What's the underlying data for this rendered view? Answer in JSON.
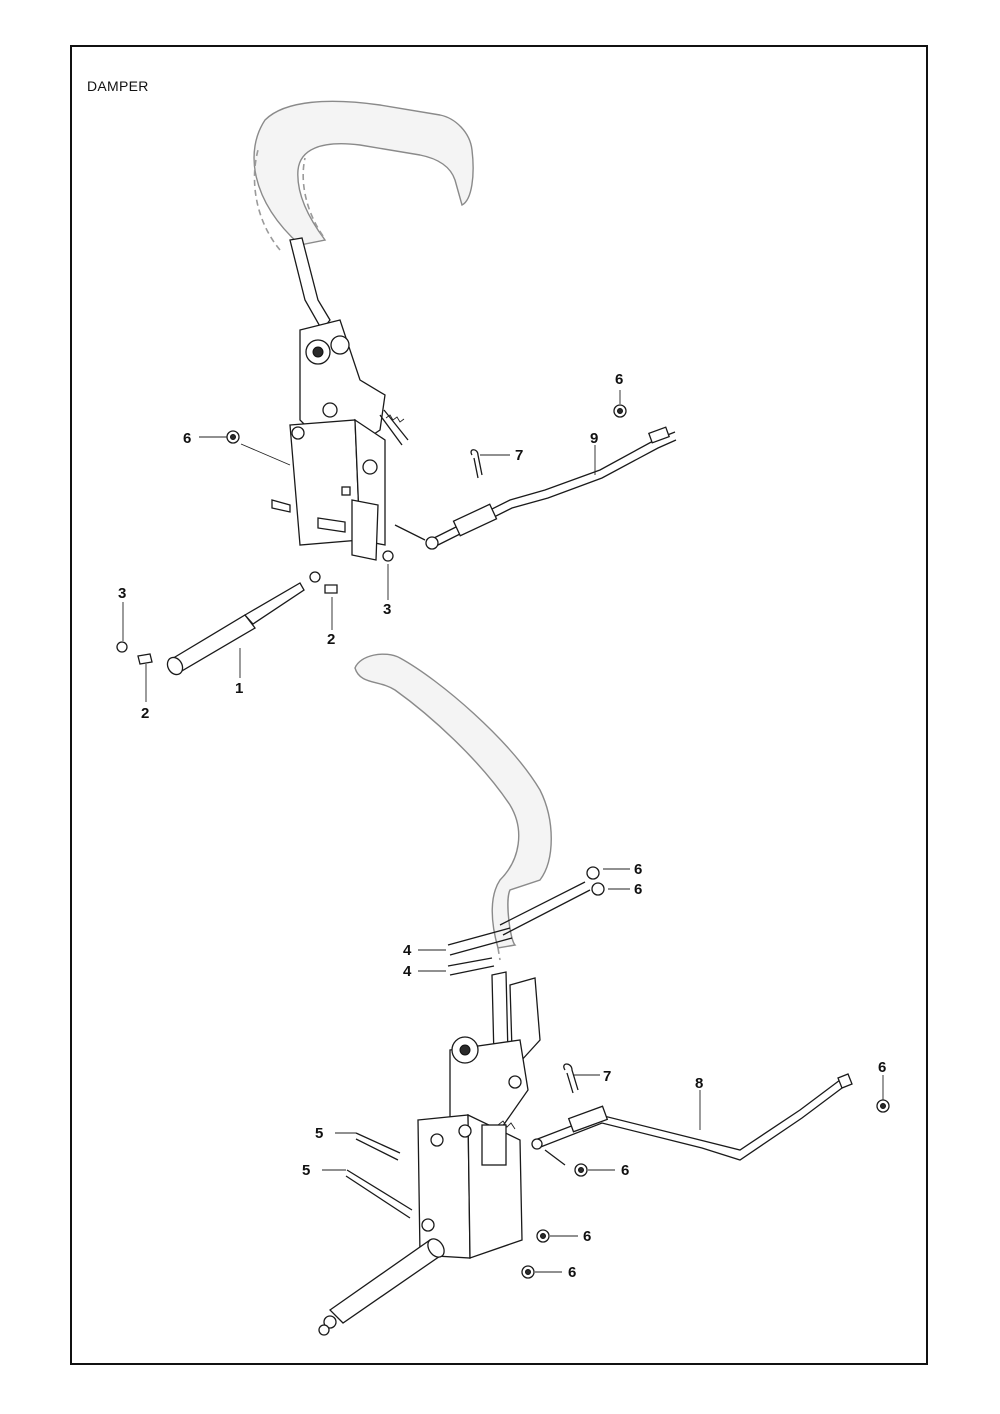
{
  "title": "DAMPER",
  "callouts": {
    "c1": "1",
    "c2a": "2",
    "c2b": "2",
    "c3a": "3",
    "c3b": "3",
    "c4a": "4",
    "c4b": "4",
    "c5a": "5",
    "c5b": "5",
    "c6a": "6",
    "c6b": "6",
    "c6c": "6",
    "c6d": "6",
    "c6e": "6",
    "c6f": "6",
    "c6g": "6",
    "c6h": "6",
    "c7a": "7",
    "c7b": "7",
    "c8": "8",
    "c9": "9"
  }
}
